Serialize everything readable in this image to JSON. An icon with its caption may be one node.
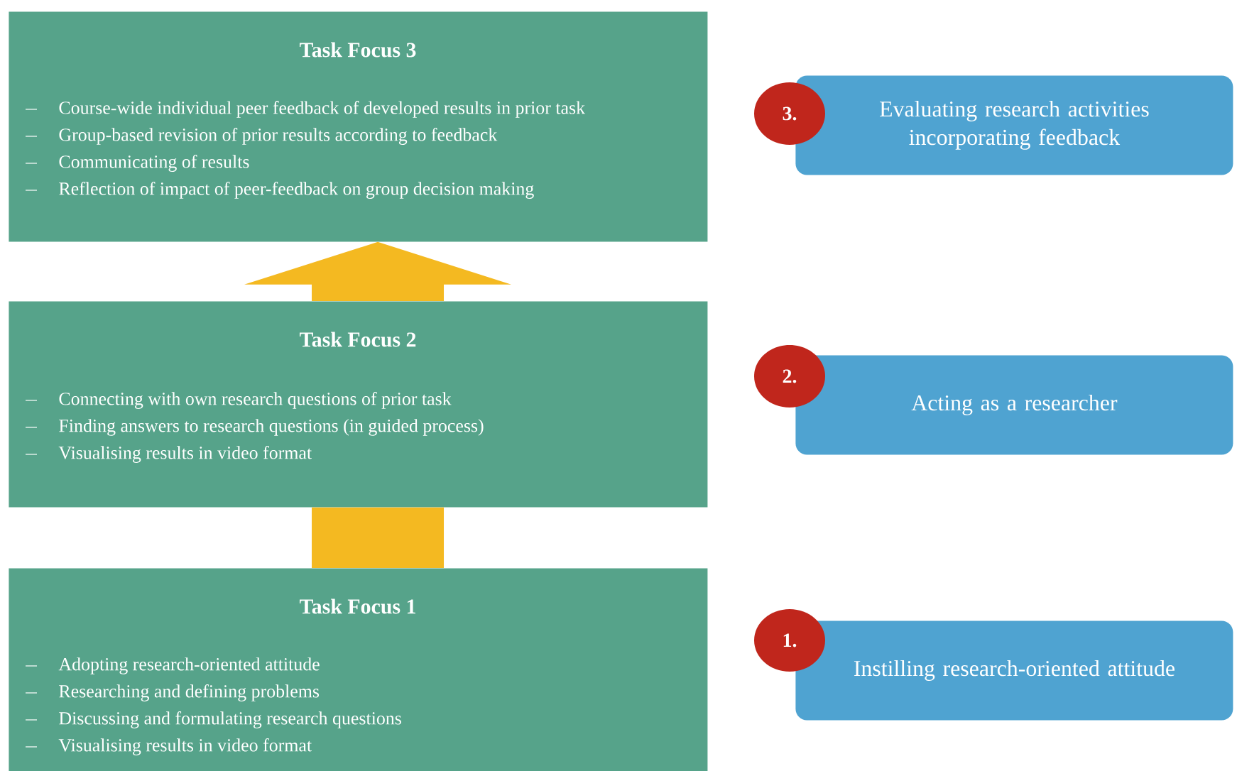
{
  "diagram": {
    "nodes": [
      {
        "text": [
          "Task Focus 3",
          "Course-wide individual peer feedback of developed results in prior task",
          "Group-based revision of prior results according to feedback",
          "Communicating of results",
          "Reflection of impact of peer-feedback on group decision making"
        ]
      },
      {
        "text": [
          "Evaluating research activities incorporating feedback"
        ]
      },
      {
        "text": [
          "3."
        ]
      },
      {
        "text": [
          "Task Focus 2",
          "Connecting with own research questions of prior task",
          "Finding answers to research questions (in guided process)",
          "Visualising results in video format"
        ]
      },
      {
        "text": [
          "Acting as a researcher"
        ]
      },
      {
        "text": [
          "2."
        ]
      },
      {
        "text": [
          "Task Focus 1",
          "Adopting research-oriented attitude",
          "Researching and defining problems",
          "Discussing and formulating research questions",
          "Visualising results in video format"
        ]
      },
      {
        "text": [
          "Instilling research-oriented attitude"
        ]
      },
      {
        "text": [
          "1."
        ]
      }
    ],
    "edges": [
      {
        "from": 6,
        "to": 3,
        "arrow": "none"
      },
      {
        "from": 3,
        "to": 0,
        "arrow": "to"
      }
    ]
  }
}
